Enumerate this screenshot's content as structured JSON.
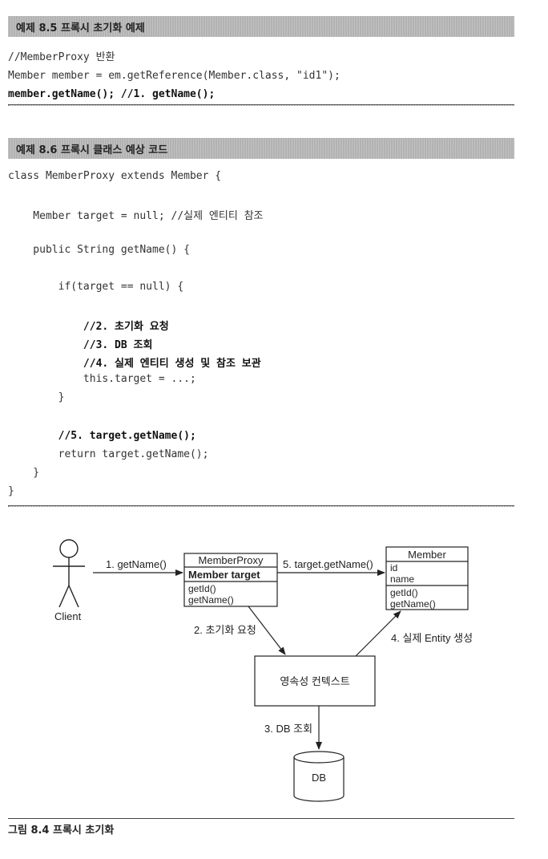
{
  "example1": {
    "title": "예제 8.5 프록시 초기화 예제",
    "lines": [
      "//MemberProxy 반환",
      "Member member = em.getReference(Member.class, \"id1\");",
      "member.getName(); //1. getName();"
    ]
  },
  "example2": {
    "title": "예제 8.6 프록시 클래스 예상 코드",
    "lines": {
      "class_decl": "class MemberProxy extends Member {",
      "field": "    Member target = null; //실제 엔티티 참조",
      "method_decl": "    public String getName() {",
      "if_stmt": "        if(target == null) {",
      "c2": "            //2. 초기화 요청",
      "c3": "            //3. DB 조회",
      "c4": "            //4. 실제 엔티티 생성 및 참조 보관",
      "assign": "            this.target = ...;",
      "if_close": "        }",
      "c5": "        //5. target.getName();",
      "ret": "        return target.getName();",
      "method_close": "    }",
      "class_close": "}"
    }
  },
  "diagram": {
    "client_label": "Client",
    "proxy": {
      "name": "MemberProxy",
      "field": "Member target",
      "methods": [
        "getId()",
        "getName()"
      ]
    },
    "member": {
      "name": "Member",
      "fields": [
        "id",
        "name"
      ],
      "methods": [
        "getId()",
        "getName()"
      ]
    },
    "context_label": "영속성 컨텍스트",
    "db_label": "DB",
    "arrows": {
      "a1": "1. getName()",
      "a2": "2. 초기화 요청",
      "a3": "3. DB 조회",
      "a4": "4. 실제 Entity 생성",
      "a5": "5. target.getName()"
    }
  },
  "caption": "그림 8.4 프록시 초기화"
}
